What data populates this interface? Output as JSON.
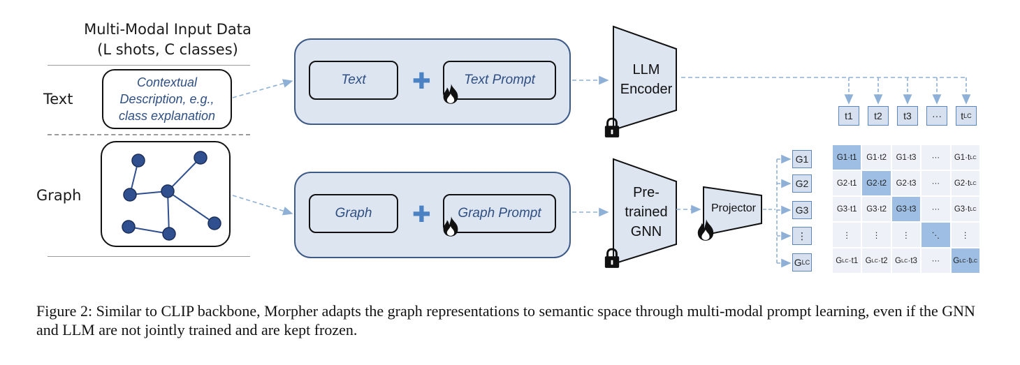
{
  "figure": {
    "header_line1": "Multi-Modal Input Data",
    "header_line2": "(L shots, C classes)",
    "row_text_label": "Text",
    "row_graph_label": "Graph",
    "context_line1": "Contextual",
    "context_line2": "Description, e.g.,",
    "context_line3": "class explanation",
    "text_inner": "Text",
    "text_prompt": "Text Prompt",
    "graph_inner": "Graph",
    "graph_prompt": "Graph Prompt",
    "plus_symbol": "✚",
    "llm_line1": "LLM",
    "llm_line2": "Encoder",
    "gnn_line1": "Pre-",
    "gnn_line2": "trained",
    "gnn_line3": "GNN",
    "projector": "Projector",
    "lock_icon": "lock-icon",
    "flame_icon": "flame-icon",
    "tokens": [
      "t1",
      "t2",
      "t3",
      "···",
      "tLC"
    ],
    "graph_embeddings": [
      "G1",
      "G2",
      "G3",
      "⋮",
      "GLC"
    ],
    "matrix": [
      [
        "G1·t1",
        "G1·t2",
        "G1·t3",
        "···",
        "G1·tLC"
      ],
      [
        "G2·t1",
        "G2·t2",
        "G2·t3",
        "···",
        "G2·tLC"
      ],
      [
        "G3·t1",
        "G3·t2",
        "G3·t3",
        "···",
        "G3·tLC"
      ],
      [
        "⋮",
        "⋮",
        "⋮",
        "⋱",
        "⋮"
      ],
      [
        "GLC·t1",
        "GLC·t2",
        "GLC·t3",
        "···",
        "GLC·tLC"
      ]
    ],
    "colors": {
      "panel_fill": "#dde5f1",
      "panel_border": "#3e5a86",
      "accent_blue": "#4a82c3",
      "node_fill": "#2f4f8f",
      "matrix_diag": "#9ebfe3",
      "matrix_cell": "#eef2f8",
      "arrow": "#8fb0d6"
    }
  },
  "caption": {
    "label": "Figure 2:",
    "text": "Similar to CLIP backbone, Morpher adapts the graph representations to semantic space through multi-modal prompt learning, even if the GNN and LLM are not jointly trained and are kept frozen."
  }
}
